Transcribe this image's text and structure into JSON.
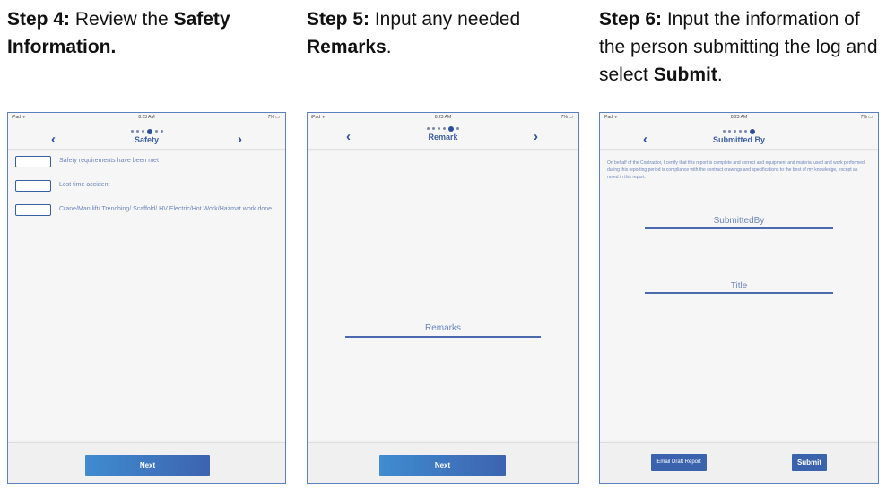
{
  "captions": [
    {
      "step": "Step 4:",
      "text1": " Review the ",
      "bold2": "Safety Information.",
      "text2": ""
    },
    {
      "step": "Step 5:",
      "text1": " Input any needed ",
      "bold2": "Remarks",
      "text2": "."
    },
    {
      "step": "Step 6:",
      "text1": " Input the information of the person submitting the log and select ",
      "bold2": "Submit",
      "text2": "."
    }
  ],
  "status_bar": {
    "carrier": "iPad ᯤ",
    "time": "8:23 AM",
    "battery": "7%"
  },
  "screens": [
    {
      "title": "Safety",
      "back_icon": "chevron-left-icon",
      "forward_icon": "chevron-right-icon",
      "checklist": [
        "Safety requirements have been met",
        "Lost time accident",
        "Crane/Man lift/ Trenching/ Scaffold/ HV Electric/Hot Work/Hazmat work done."
      ],
      "next_label": "Next"
    },
    {
      "title": "Remark",
      "remarks_label": "Remarks",
      "next_label": "Next"
    },
    {
      "title": "Submitted By",
      "disclaimer": "On behalf of the Contractor, I certify that this report is complete and correct and equipment and material used and work performed during this reporting period is compliance with the contract drawings and specifications to the best of my knowledge, except as noted in this report.",
      "submitted_by_label": "SubmittedBy",
      "title_label": "Title",
      "email_draft_label": "Email Draft Report",
      "submit_label": "Submit"
    }
  ],
  "colors": {
    "accent": "#3b5ea3",
    "button_gradient_start": "#3f8ccf",
    "button_gradient_end": "#3d63b0",
    "label": "#6b86bf"
  }
}
